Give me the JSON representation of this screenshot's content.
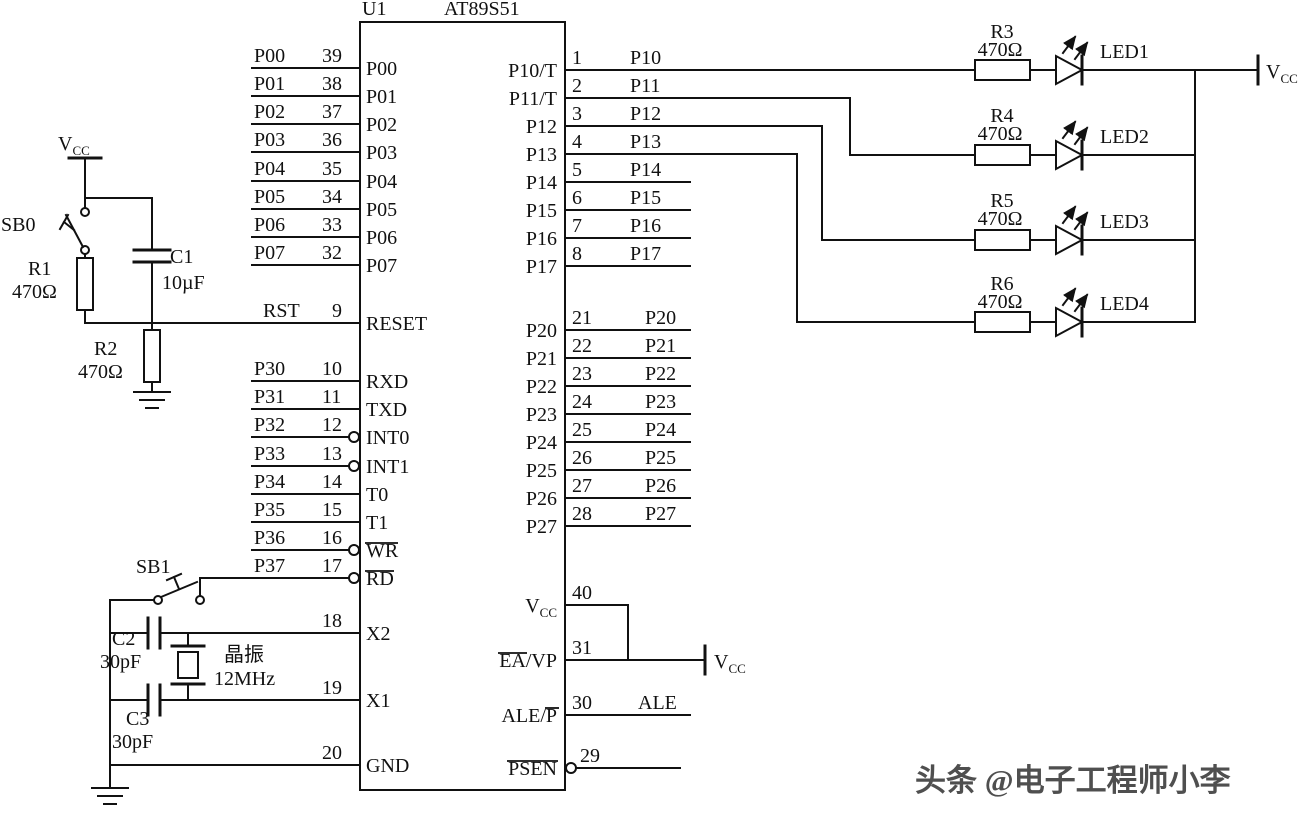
{
  "title": {
    "refdes": "U1",
    "part": "AT89S51"
  },
  "power": {
    "v": "V",
    "cc": "CC"
  },
  "watermark": "头条 @电子工程师小李",
  "ic": {
    "left_pins": [
      {
        "net": "P00",
        "num": "39",
        "label": "P00"
      },
      {
        "net": "P01",
        "num": "38",
        "label": "P01"
      },
      {
        "net": "P02",
        "num": "37",
        "label": "P02"
      },
      {
        "net": "P03",
        "num": "36",
        "label": "P03"
      },
      {
        "net": "P04",
        "num": "35",
        "label": "P04"
      },
      {
        "net": "P05",
        "num": "34",
        "label": "P05"
      },
      {
        "net": "P06",
        "num": "33",
        "label": "P06"
      },
      {
        "net": "P07",
        "num": "32",
        "label": "P07"
      },
      {
        "net": "RST",
        "num": "9",
        "label": "RESET"
      },
      {
        "net": "P30",
        "num": "10",
        "label": "RXD"
      },
      {
        "net": "P31",
        "num": "11",
        "label": "TXD"
      },
      {
        "net": "P32",
        "num": "12",
        "label": "INT0"
      },
      {
        "net": "P33",
        "num": "13",
        "label": "INT1"
      },
      {
        "net": "P34",
        "num": "14",
        "label": "T0"
      },
      {
        "net": "P35",
        "num": "15",
        "label": "T1"
      },
      {
        "net": "P36",
        "num": "16",
        "label": "WR"
      },
      {
        "net": "P37",
        "num": "17",
        "label": "RD"
      },
      {
        "num": "18",
        "label": "X2"
      },
      {
        "num": "19",
        "label": "X1"
      },
      {
        "num": "20",
        "label": "GND"
      }
    ],
    "right_pins": [
      {
        "num": "1",
        "label": "P10/T",
        "net": "P10"
      },
      {
        "num": "2",
        "label": "P11/T",
        "net": "P11"
      },
      {
        "num": "3",
        "label": "P12",
        "net": "P12"
      },
      {
        "num": "4",
        "label": "P13",
        "net": "P13"
      },
      {
        "num": "5",
        "label": "P14",
        "net": "P14"
      },
      {
        "num": "6",
        "label": "P15",
        "net": "P15"
      },
      {
        "num": "7",
        "label": "P16",
        "net": "P16"
      },
      {
        "num": "8",
        "label": "P17",
        "net": "P17"
      },
      {
        "num": "21",
        "label": "P20",
        "net": "P20"
      },
      {
        "num": "22",
        "label": "P21",
        "net": "P21"
      },
      {
        "num": "23",
        "label": "P22",
        "net": "P22"
      },
      {
        "num": "24",
        "label": "P23",
        "net": "P23"
      },
      {
        "num": "25",
        "label": "P24",
        "net": "P24"
      },
      {
        "num": "26",
        "label": "P25",
        "net": "P25"
      },
      {
        "num": "27",
        "label": "P26",
        "net": "P26"
      },
      {
        "num": "28",
        "label": "P27",
        "net": "P27"
      },
      {
        "num": "40",
        "label": "VCC"
      },
      {
        "num": "31",
        "label": "EA/VP"
      },
      {
        "num": "30",
        "label": "ALE/P",
        "net": "ALE"
      },
      {
        "num": "29",
        "label": "PSEN"
      }
    ]
  },
  "components": {
    "r1": {
      "ref": "R1",
      "value": "470Ω"
    },
    "r2": {
      "ref": "R2",
      "value": "470Ω"
    },
    "r3": {
      "ref": "R3",
      "value": "470Ω"
    },
    "r4": {
      "ref": "R4",
      "value": "470Ω"
    },
    "r5": {
      "ref": "R5",
      "value": "470Ω"
    },
    "r6": {
      "ref": "R6",
      "value": "470Ω"
    },
    "c1": {
      "ref": "C1",
      "value": "10µF"
    },
    "c2": {
      "ref": "C2",
      "value": "30pF"
    },
    "c3": {
      "ref": "C3",
      "value": "30pF"
    },
    "crystal": {
      "name": "晶振",
      "value": "12MHz"
    },
    "sb0": {
      "ref": "SB0"
    },
    "sb1": {
      "ref": "SB1"
    },
    "led1": {
      "ref": "LED1"
    },
    "led2": {
      "ref": "LED2"
    },
    "led3": {
      "ref": "LED3"
    },
    "led4": {
      "ref": "LED4"
    }
  }
}
